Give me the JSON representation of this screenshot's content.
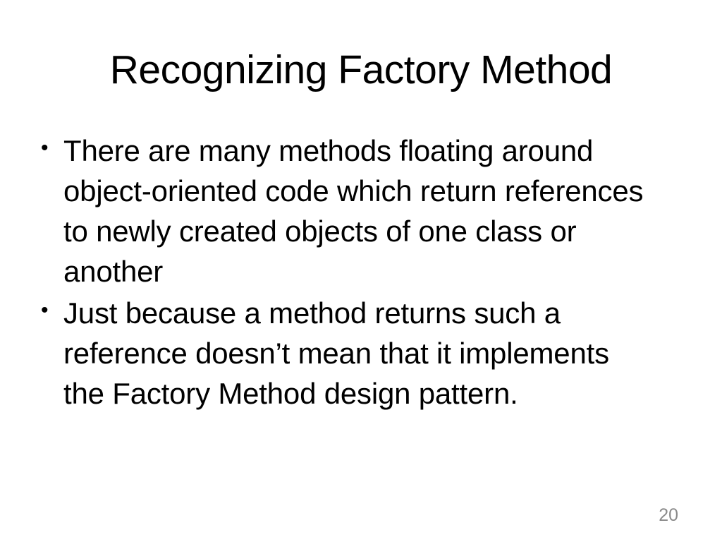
{
  "slide": {
    "title": "Recognizing Factory Method",
    "bullets": [
      {
        "marker": "•",
        "text": "There are many methods floating around\nobject-oriented code which return references\nto newly created objects of one class or\nanother"
      },
      {
        "marker": "•",
        "text": "Just because a method returns such a\nreference doesn’t mean that it implements\nthe Factory Method design pattern."
      }
    ],
    "page_number": "20"
  },
  "colors": {
    "background": "#ffffff",
    "text": "#000000",
    "page_number": "#8a8a8a"
  }
}
